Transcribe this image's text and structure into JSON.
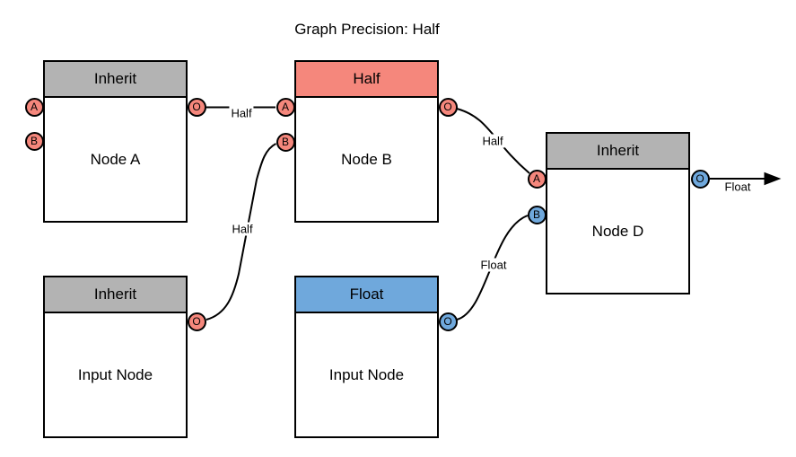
{
  "title": "Graph Precision: Half",
  "colors": {
    "red": "#f5877c",
    "blue": "#6fa8dc",
    "gray": "#b3b3b3",
    "stroke": "#000000"
  },
  "port_labels": {
    "a": "A",
    "b": "B",
    "o": "O"
  },
  "nodes": {
    "node_a": {
      "header": "Inherit",
      "label": "Node A"
    },
    "node_b": {
      "header": "Half",
      "label": "Node B"
    },
    "node_d": {
      "header": "Inherit",
      "label": "Node D"
    },
    "input_left": {
      "header": "Inherit",
      "label": "Input Node"
    },
    "input_mid": {
      "header": "Float",
      "label": "Input Node"
    }
  },
  "edges": {
    "a_out_to_b_a": "Half",
    "input_left_to_b_b": "Half",
    "b_out_to_d_a": "Half",
    "input_mid_to_d_b": "Float",
    "d_out": "Float"
  }
}
